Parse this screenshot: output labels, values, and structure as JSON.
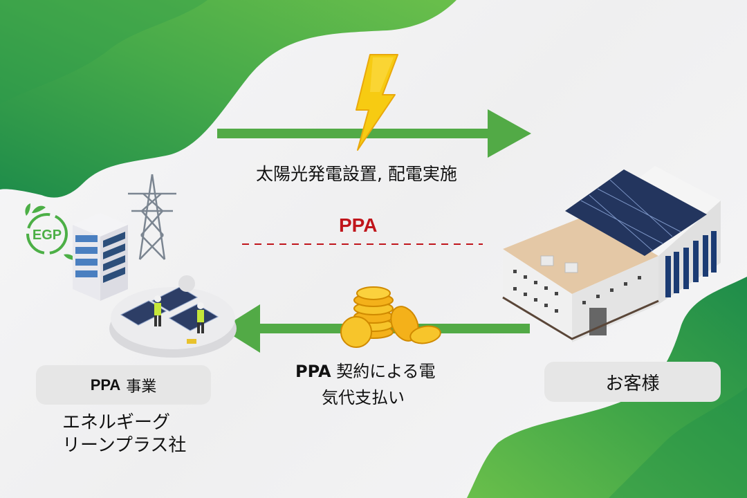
{
  "flow_top": {
    "label": "太陽光発電設置, 配電実施",
    "direction": "left-to-right",
    "icon": "lightning-icon"
  },
  "contract": {
    "label": "PPA",
    "color": "#c0151b"
  },
  "flow_bottom": {
    "label_bold": "PPA",
    "label_line1": "契約による電",
    "label_line2": "気代支払い",
    "direction": "right-to-left",
    "icon": "coins-icon"
  },
  "provider": {
    "logo_text": "EGP",
    "box_bold": "PPA",
    "box_label": "事業",
    "name_line1": "エネルギーグ",
    "name_line2": "リーンプラス社"
  },
  "customer": {
    "box_label": "お客様"
  },
  "colors": {
    "arrow_green": "#52aa46",
    "wave_green_dark": "#1e8c4a",
    "wave_green_light": "#6abf4b",
    "bolt_yellow": "#f7cb12",
    "label_box": "#e6e6e6"
  }
}
